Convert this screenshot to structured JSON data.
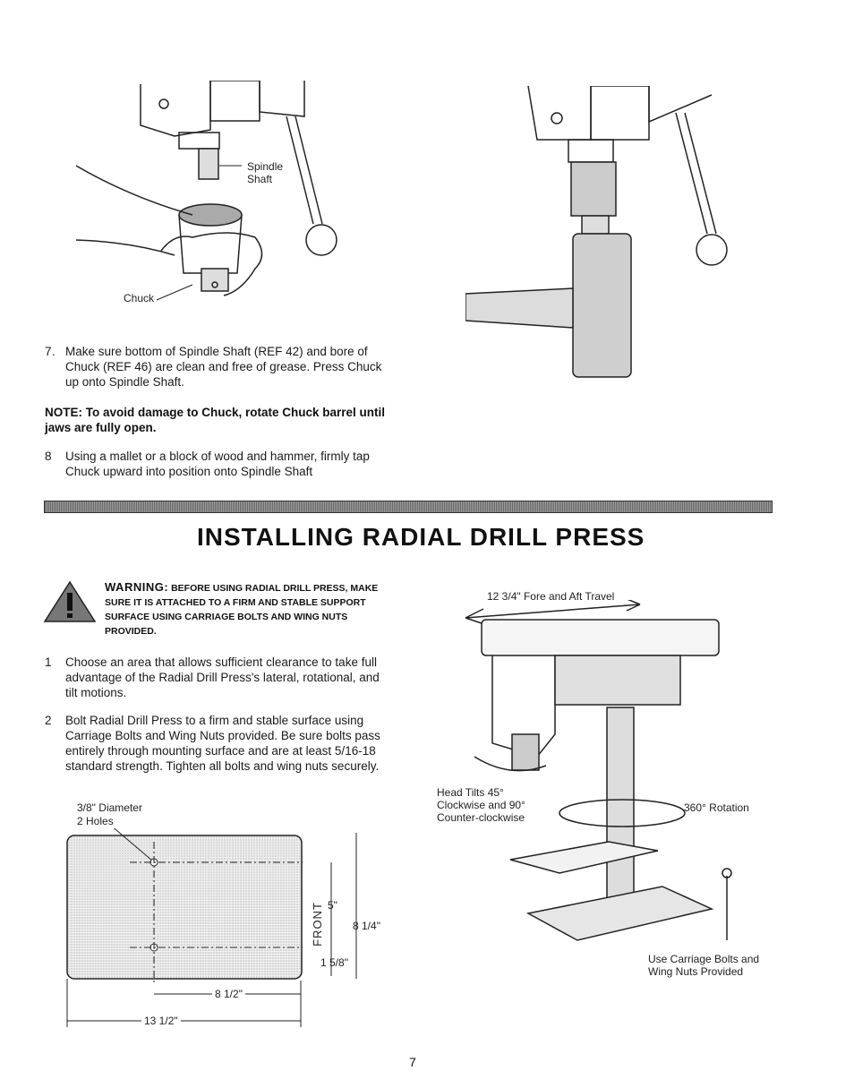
{
  "fig_top_left": {
    "spindle_label": "Spindle\nShaft",
    "chuck_label": "Chuck"
  },
  "steps_top": [
    {
      "num": "7",
      "text": "Make sure bottom of Spindle Shaft (REF 42) and bore of Chuck (REF 46) are clean and free of grease.  Press Chuck up onto Spindle Shaft."
    },
    {
      "num": "8",
      "text": "Using a mallet or a block of wood and hammer, firmly tap Chuck upward into position onto Spindle Shaft"
    }
  ],
  "note": "NOTE: To avoid damage to Chuck, rotate Chuck barrel until jaws are fully open.",
  "section_title": "INSTALLING RADIAL DRILL PRESS",
  "warning": {
    "head": "WARNING:",
    "text": "Before using radial drill press, make sure it is attached to a firm and stable support surface using Carriage Bolts and Wing Nuts provided."
  },
  "steps_bottom": [
    {
      "num": "1",
      "text": "Choose an area that allows sufficient clearance to take full advantage of the Radial Drill Press's lateral, rotational, and tilt motions."
    },
    {
      "num": "2",
      "text": "Bolt Radial Drill Press to a firm and stable surface using Carriage Bolts and Wing Nuts provided. Be sure bolts pass entirely through mounting surface and are at least 5/16-18 standard strength. Tighten all bolts and wing nuts securely."
    }
  ],
  "base_diagram": {
    "diameter_label": "3/8\" Diameter",
    "holes_label": "2 Holes",
    "front_label": "FRONT",
    "dim_5": "5\"",
    "dim_8_1_4": "8 1/4\"",
    "dim_1_5_8": "1 5/8\"",
    "dim_8_1_2": "8 1/2\"",
    "dim_13_1_2": "13 1/2\""
  },
  "press_diagram": {
    "fore_aft": "12 3/4\" Fore and Aft Travel",
    "head_tilts": "Head Tilts 45°\nClockwise and 90°\nCounter-clockwise",
    "rotation": "360° Rotation",
    "carriage": "Use Carriage Bolts and\nWing Nuts Provided"
  },
  "page_number": "7"
}
